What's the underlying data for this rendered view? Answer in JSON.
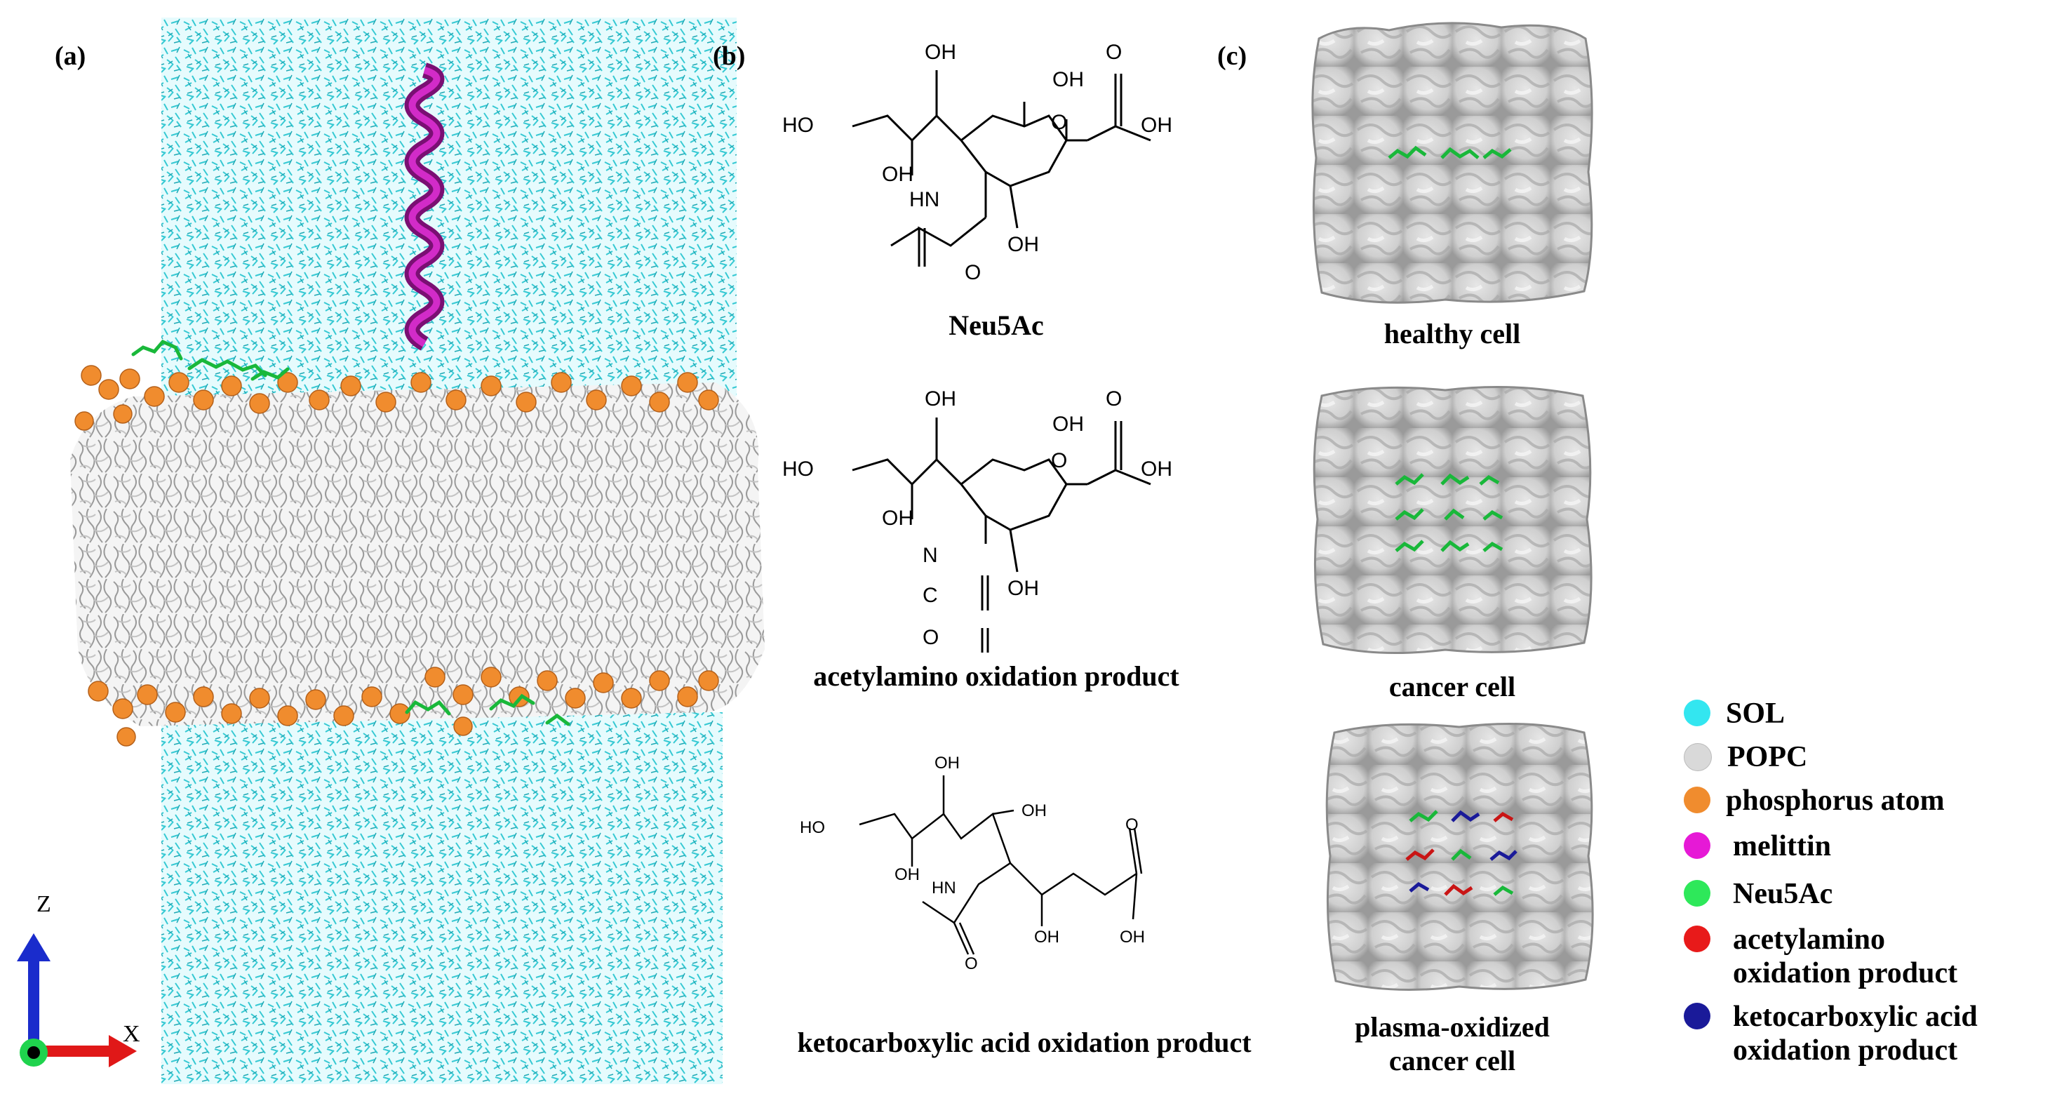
{
  "panels": {
    "a": {
      "label": "(a)",
      "axis_z": "Z",
      "axis_x": "X"
    },
    "b": {
      "label": "(b)",
      "molecules": [
        {
          "name": "Neu5Ac",
          "groups": [
            "OH",
            "O",
            "OH",
            "HO",
            "OH",
            "OH",
            "HN",
            "O",
            "OH"
          ]
        },
        {
          "name": "acetylamino oxidation product",
          "groups": [
            "OH",
            "O",
            "OH",
            "HO",
            "OH",
            "OH",
            "N",
            "C",
            "O",
            "OH"
          ]
        },
        {
          "name": "ketocarboxylic acid oxidation product",
          "groups": [
            "OH",
            "HO",
            "OH",
            "OH",
            "HN",
            "O",
            "OH",
            "O",
            "OH"
          ]
        }
      ]
    },
    "c": {
      "label": "(c)",
      "captions": [
        "healthy cell",
        "cancer cell",
        "plasma-oxidized\ncancer cell"
      ]
    }
  },
  "legend": [
    {
      "label": "SOL",
      "color": "#33e6f0"
    },
    {
      "label": "POPC",
      "color": "#d9d9d9"
    },
    {
      "label": "phosphorus atom",
      "color": "#f08c2e"
    },
    {
      "label": "melittin",
      "color": "#e619d6"
    },
    {
      "label": "Neu5Ac",
      "color": "#2ee85a"
    },
    {
      "label": "acetylamino\noxidation product",
      "color": "#e81a1a"
    },
    {
      "label": "ketocarboxylic acid\noxidation product",
      "color": "#1a1a99"
    }
  ]
}
